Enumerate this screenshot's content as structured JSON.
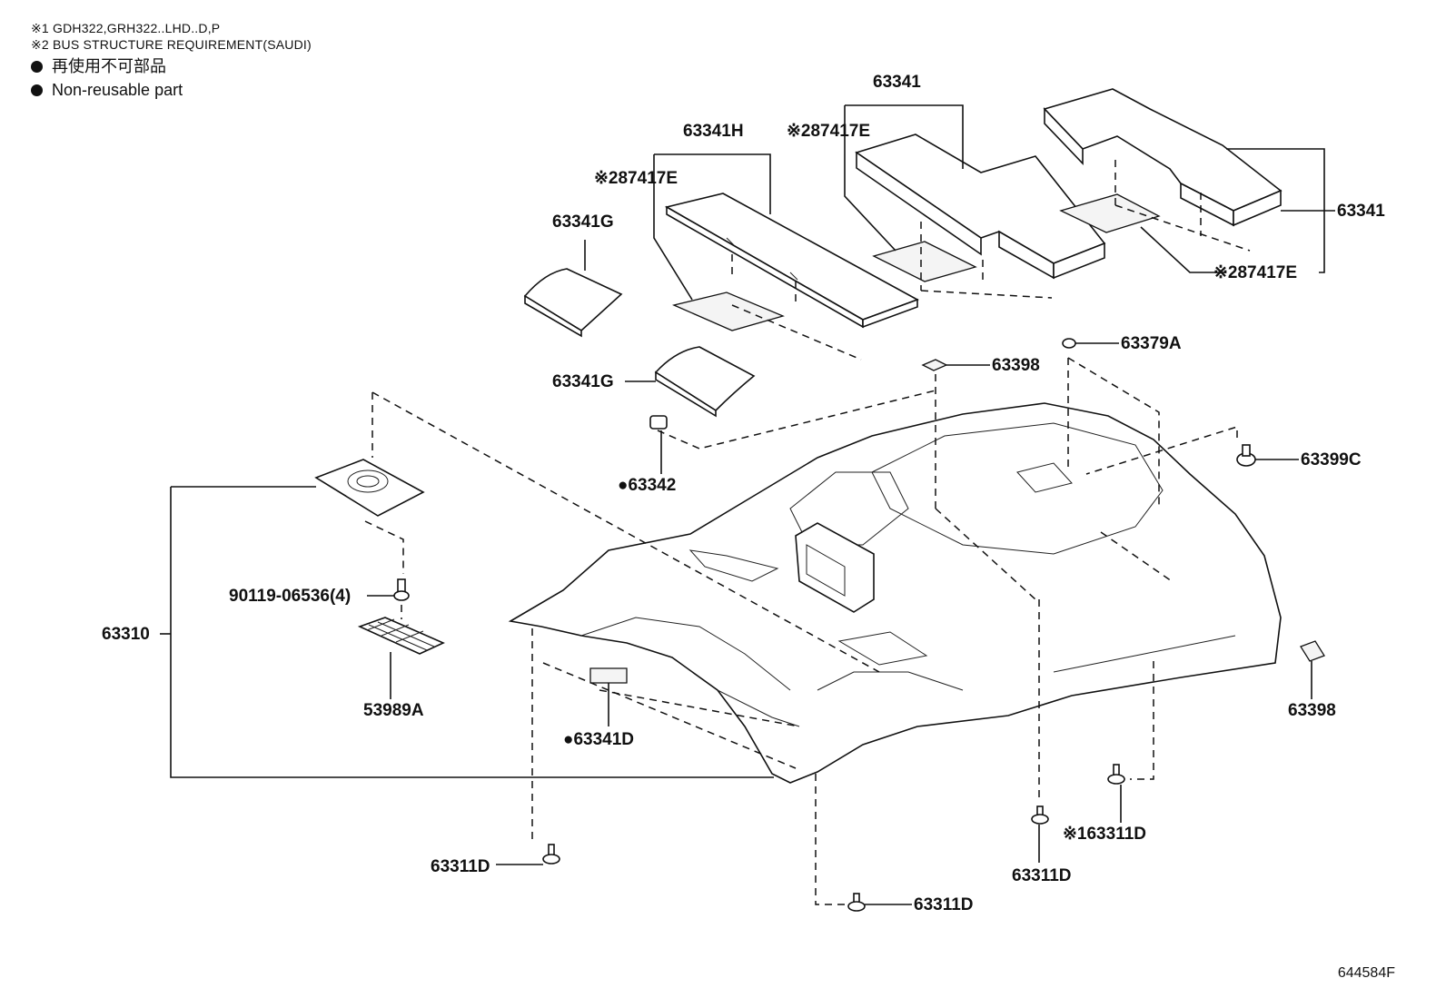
{
  "notes": {
    "note1": "※1 GDH322,GRH322..LHD..D,P",
    "note2": "※2 BUS STRUCTURE REQUIREMENT(SAUDI)",
    "legend_ja": "再使用不可部品",
    "legend_en": "Non-reusable part"
  },
  "callouts": {
    "p63341_top": "63341",
    "p63341H": "63341H",
    "p87417E_a": "※287417E",
    "p87417E_b": "※287417E",
    "p87417E_c": "※287417E",
    "p63341_right": "63341",
    "p63341G_a": "63341G",
    "p63341G_b": "63341G",
    "p63379A": "63379A",
    "p63398_a": "63398",
    "p63398_b": "63398",
    "p63342": "●63342",
    "p63399C": "63399C",
    "p90119": "90119-06536(4)",
    "p63310": "63310",
    "p53989A": "53989A",
    "p63341D": "●63341D",
    "p63311D_a": "63311D",
    "p63311D_b": "63311D",
    "p63311D_c": "63311D",
    "p63311D_d": "※163311D"
  },
  "ref_code": "644584F",
  "icons": {
    "non_reusable_marker": "filled-circle-icon"
  }
}
